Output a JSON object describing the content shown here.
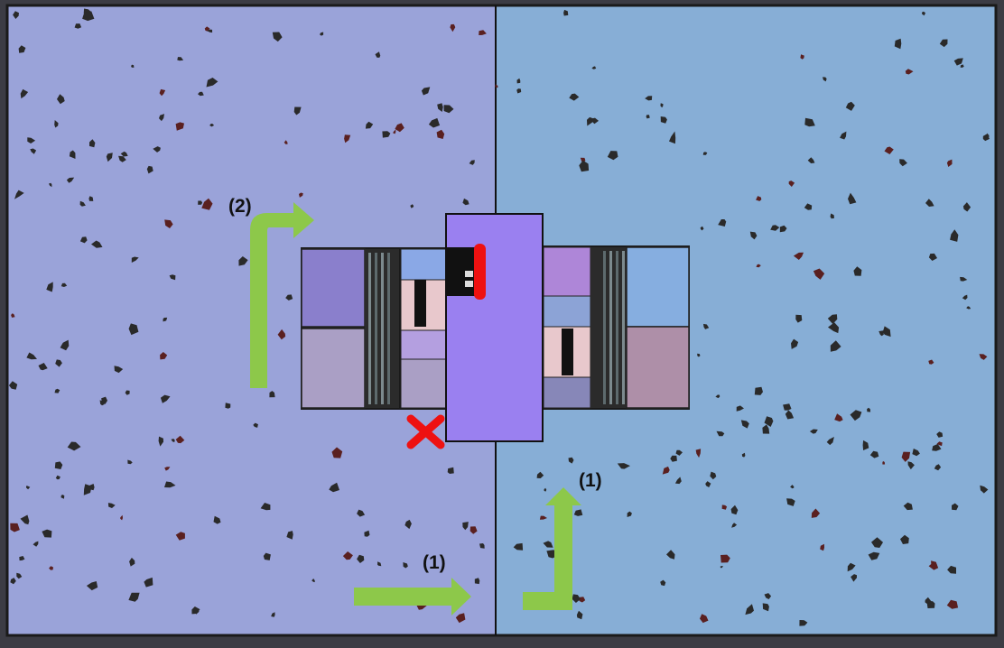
{
  "map": {
    "left_zone_color": "#9aa3d9",
    "right_zone_color": "#87aed6",
    "divider_color": "#111111",
    "debris_color": "#2a2a2a",
    "debris_accent_color": "#5a2020"
  },
  "annotations": {
    "arrow_color": "#8dc84a",
    "blocked_marker_color": "#ee1111",
    "route_labels": [
      {
        "text": "(2)"
      },
      {
        "text": "(1)"
      },
      {
        "text": "(1)"
      }
    ]
  },
  "structure": {
    "central_hub_color": "#9a80f0",
    "door_marker_color": "#ee1111",
    "module_colors": {
      "upper_left": "#8a7fcc",
      "lower_left": "#aa9fc5",
      "upper_right": "#86aee0",
      "lower_right": "#ae8fa8",
      "small_light_blue": "#8aa8e6",
      "small_pink": "#e8c8cc",
      "small_lavender": "#b49fe0",
      "small_purple_right": "#ae86d8",
      "small_blue_right": "#8ca3d6",
      "small_slate_right": "#8787b8"
    }
  }
}
